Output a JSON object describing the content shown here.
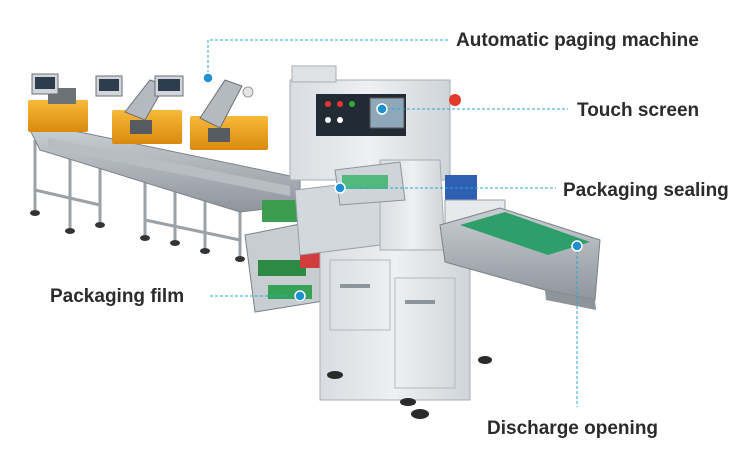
{
  "callouts": {
    "automatic_paging_machine": "Automatic paging machine",
    "touch_screen": "Touch screen",
    "packaging_sealing": "Packaging sealing",
    "packaging_film": "Packaging film",
    "discharge_opening": "Discharge opening"
  },
  "colors": {
    "callout_line": "#2aa7d6",
    "callout_dot": "#1e90d0",
    "label_text": "#2b2b2b",
    "machine_body": "#e6e9ec",
    "feeder_orange": "#f0a21c",
    "belt_green": "#2e9e6a"
  }
}
